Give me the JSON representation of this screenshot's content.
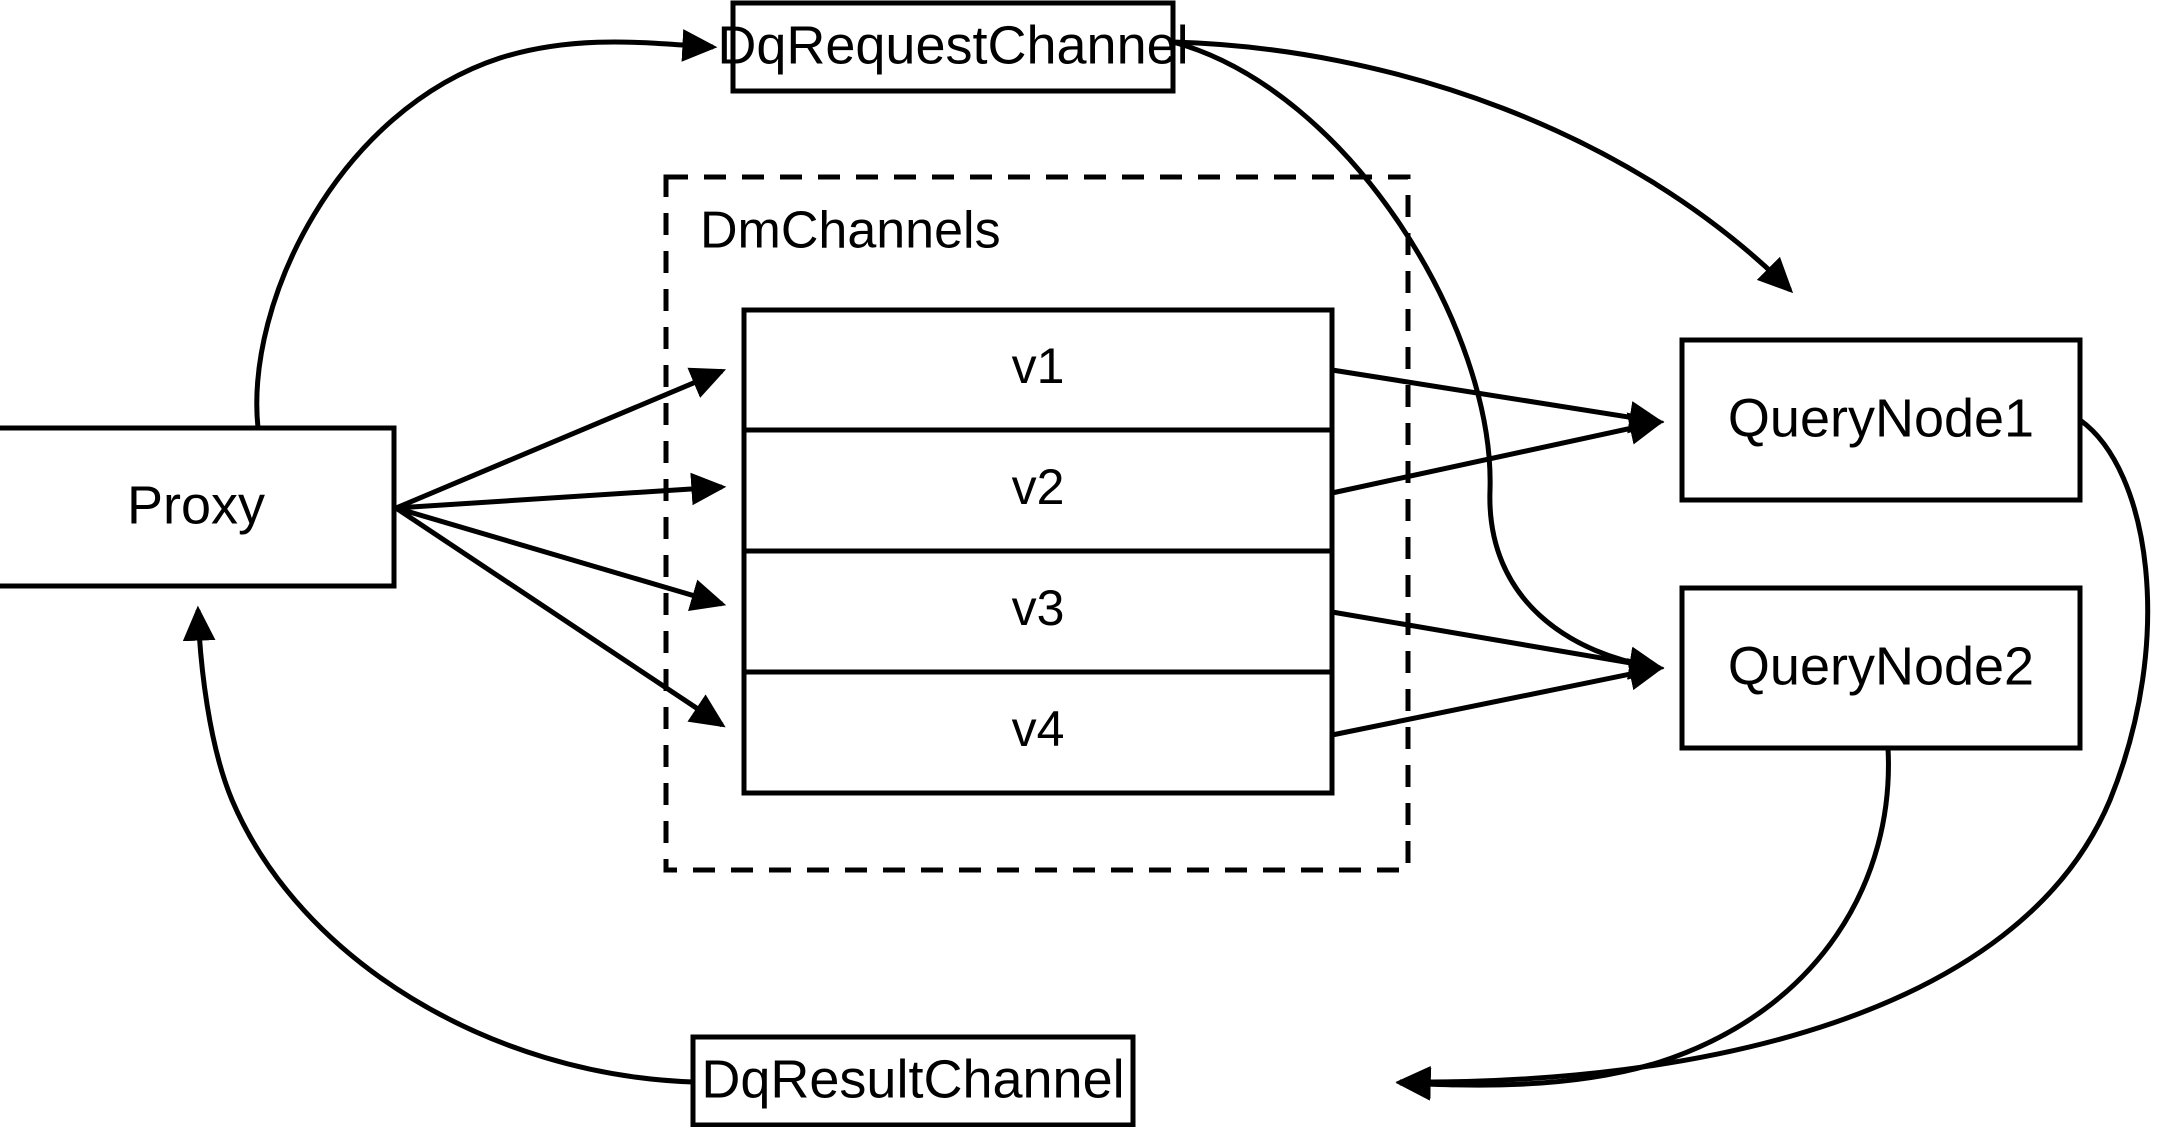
{
  "diagram": {
    "title": "Milvus distributed query channel flow",
    "background_color": "#ffffff",
    "stroke_color": "#000000",
    "nodes": {
      "proxy": {
        "label": "Proxy"
      },
      "dq_request_channel": {
        "label": "DqRequestChannel"
      },
      "dq_result_channel": {
        "label": "DqResultChannel"
      },
      "query_node_1": {
        "label": "QueryNode1"
      },
      "query_node_2": {
        "label": "QueryNode2"
      }
    },
    "group": {
      "label": "DmChannels",
      "style": "dashed"
    },
    "channel_rows": [
      {
        "label": "v1"
      },
      {
        "label": "v2"
      },
      {
        "label": "v3"
      },
      {
        "label": "v4"
      }
    ],
    "edges": [
      {
        "from": "Proxy",
        "to": "DqRequestChannel",
        "style": "curved",
        "arrow": true
      },
      {
        "from": "Proxy",
        "to": "v1",
        "style": "straight",
        "arrow": true
      },
      {
        "from": "Proxy",
        "to": "v2",
        "style": "straight",
        "arrow": true
      },
      {
        "from": "Proxy",
        "to": "v3",
        "style": "straight",
        "arrow": true
      },
      {
        "from": "Proxy",
        "to": "v4",
        "style": "straight",
        "arrow": true
      },
      {
        "from": "DqRequestChannel",
        "to": "QueryNode1",
        "style": "curved",
        "arrow": true
      },
      {
        "from": "DqRequestChannel",
        "to": "QueryNode2",
        "style": "curved",
        "arrow": true
      },
      {
        "from": "v1",
        "to": "QueryNode1",
        "style": "straight",
        "arrow": true
      },
      {
        "from": "v2",
        "to": "QueryNode1",
        "style": "straight",
        "arrow": true
      },
      {
        "from": "v3",
        "to": "QueryNode2",
        "style": "straight",
        "arrow": true
      },
      {
        "from": "v4",
        "to": "QueryNode2",
        "style": "straight",
        "arrow": true
      },
      {
        "from": "QueryNode1",
        "to": "DqResultChannel",
        "style": "curved",
        "arrow": true
      },
      {
        "from": "QueryNode2",
        "to": "DqResultChannel",
        "style": "curved",
        "arrow": true
      },
      {
        "from": "DqResultChannel",
        "to": "Proxy",
        "style": "curved",
        "arrow": true
      }
    ]
  }
}
